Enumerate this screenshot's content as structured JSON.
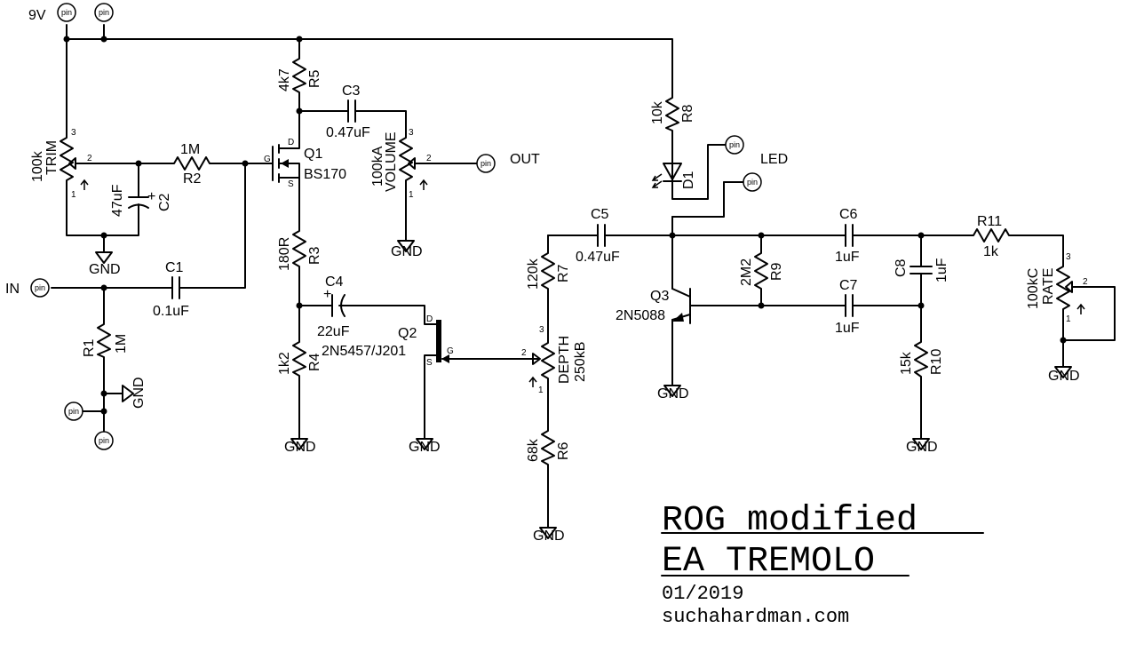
{
  "power": {
    "label": "9V"
  },
  "pin_label": "pin",
  "gnd_label": "GND",
  "io": {
    "in": "IN",
    "out": "OUT",
    "led": "LED"
  },
  "parts": {
    "trim": {
      "value": "100k",
      "name": "TRIM",
      "p3": "3",
      "p2": "2",
      "p1": "1"
    },
    "c2": {
      "value": "47uF",
      "name": "C2"
    },
    "r2": {
      "value": "1M",
      "name": "R2"
    },
    "c1": {
      "value": "0.1uF",
      "name": "C1"
    },
    "r1": {
      "value": "1M",
      "name": "R1"
    },
    "r5": {
      "value": "4k7",
      "name": "R5"
    },
    "c3": {
      "value": "0.47uF",
      "name": "C3"
    },
    "q1": {
      "name": "Q1",
      "part": "BS170",
      "d": "D",
      "g": "G",
      "s": "S"
    },
    "volume": {
      "value": "100kA",
      "name": "VOLUME",
      "p3": "3",
      "p2": "2",
      "p1": "1"
    },
    "r3": {
      "value": "180R",
      "name": "R3"
    },
    "c4": {
      "value": "22uF",
      "name": "C4"
    },
    "r4": {
      "value": "1k2",
      "name": "R4"
    },
    "q2": {
      "name": "Q2",
      "part": "2N5457/J201",
      "d": "D",
      "g": "G",
      "s": "S"
    },
    "depth": {
      "value": "250kB",
      "name": "DEPTH",
      "p3": "3",
      "p2": "2",
      "p1": "1"
    },
    "r7": {
      "value": "120k",
      "name": "R7"
    },
    "r6": {
      "value": "68k",
      "name": "R6"
    },
    "c5": {
      "value": "0.47uF",
      "name": "C5"
    },
    "r8": {
      "value": "10k",
      "name": "R8"
    },
    "d1": {
      "name": "D1"
    },
    "q3": {
      "name": "Q3",
      "part": "2N5088"
    },
    "r9": {
      "value": "2M2",
      "name": "R9"
    },
    "c6": {
      "value": "1uF",
      "name": "C6"
    },
    "c7": {
      "value": "1uF",
      "name": "C7"
    },
    "c8": {
      "value": "1uF",
      "name": "C8"
    },
    "r10": {
      "value": "15k",
      "name": "R10"
    },
    "r11": {
      "value": "1k",
      "name": "R11"
    },
    "rate": {
      "value": "100kC",
      "name": "RATE",
      "p3": "3",
      "p2": "2",
      "p1": "1"
    }
  },
  "title_block": {
    "line1": "ROG modified",
    "line2": "EA TREMOLO",
    "date": "01/2019",
    "site": "suchahardman.com"
  }
}
